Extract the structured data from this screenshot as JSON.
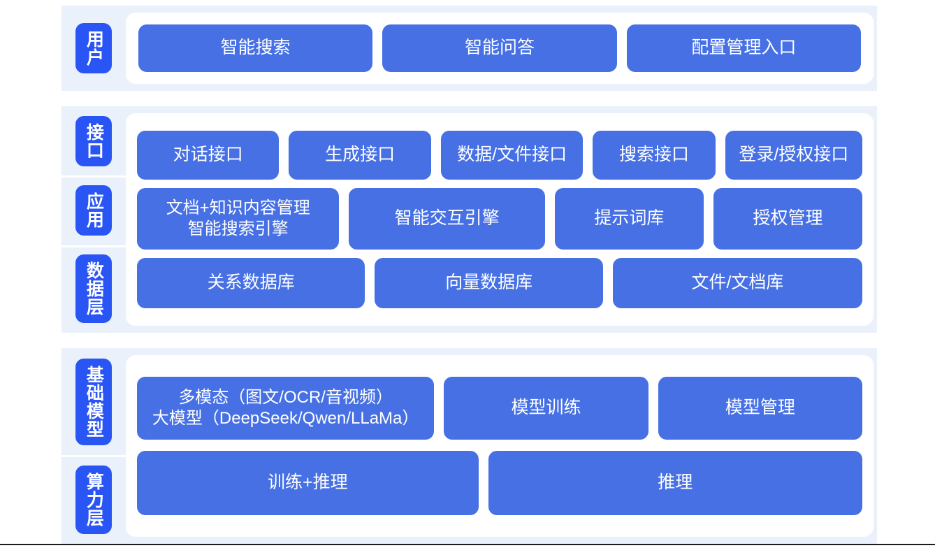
{
  "colors": {
    "page_background": "#ffffff",
    "band_background": "#eaf1fa",
    "card_background": "#ffffff",
    "layer_label_blue": "#2a55f5",
    "box_blue": "#4670e4",
    "box_text": "#ffffff",
    "bottom_rule": "#1b1b1b"
  },
  "sections": [
    {
      "id": "user",
      "layers": [
        {
          "id": "user-layer",
          "label": "用户"
        }
      ],
      "rows": [
        {
          "id": "user-row",
          "boxes": [
            {
              "label": "智能搜索"
            },
            {
              "label": "智能问答"
            },
            {
              "label": "配置管理入口"
            }
          ]
        }
      ]
    },
    {
      "id": "middle",
      "layers": [
        {
          "id": "interface-layer",
          "label": "接口"
        },
        {
          "id": "application-layer",
          "label": "应用"
        },
        {
          "id": "data-layer",
          "label": "数据层"
        }
      ],
      "rows": [
        {
          "id": "interface-row",
          "boxes": [
            {
              "label": "对话接口"
            },
            {
              "label": "生成接口"
            },
            {
              "label": "数据/文件接口"
            },
            {
              "label": "搜索接口"
            },
            {
              "label": "登录/授权接口"
            }
          ]
        },
        {
          "id": "application-row",
          "boxes": [
            {
              "label": "文档+知识内容管理\n智能搜索引擎"
            },
            {
              "label": "智能交互引擎"
            },
            {
              "label": "提示词库"
            },
            {
              "label": "授权管理"
            }
          ]
        },
        {
          "id": "data-row",
          "boxes": [
            {
              "label": "关系数据库"
            },
            {
              "label": "向量数据库"
            },
            {
              "label": "文件/文档库"
            }
          ]
        }
      ]
    },
    {
      "id": "bottom",
      "layers": [
        {
          "id": "foundation-model-layer",
          "label": "基础模型"
        },
        {
          "id": "compute-layer",
          "label": "算力层"
        }
      ],
      "rows": [
        {
          "id": "foundation-model-row",
          "boxes": [
            {
              "label": "多模态（图文/OCR/音视频）\n大模型（DeepSeek/Qwen/LLaMa）"
            },
            {
              "label": "模型训练"
            },
            {
              "label": "模型管理"
            }
          ]
        },
        {
          "id": "compute-row",
          "boxes": [
            {
              "label": "训练+推理"
            },
            {
              "label": "推理"
            }
          ]
        }
      ]
    }
  ]
}
